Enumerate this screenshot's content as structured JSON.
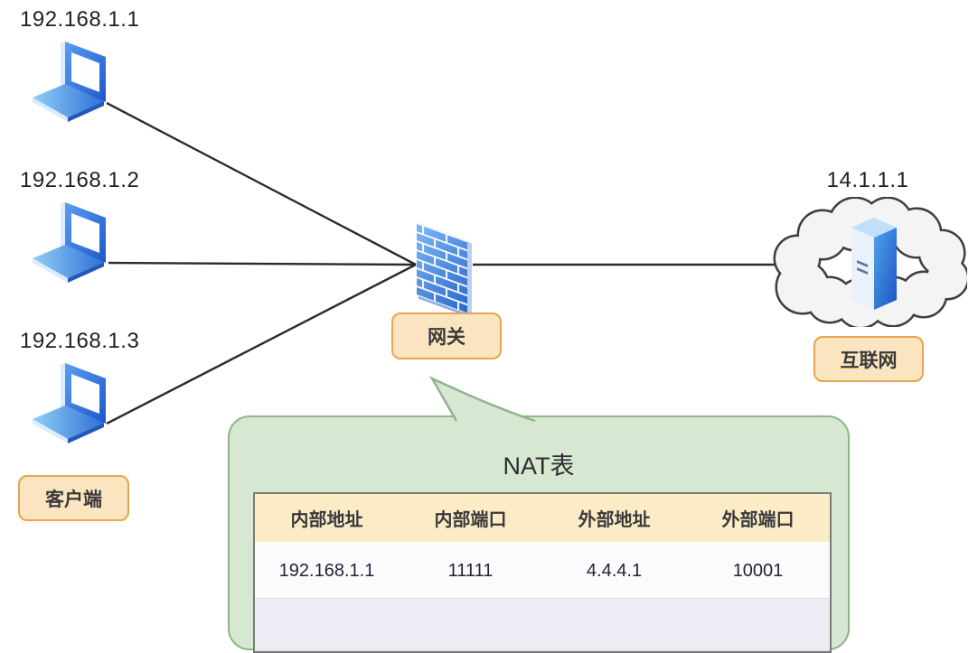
{
  "clients": [
    {
      "ip": "192.168.1.1"
    },
    {
      "ip": "192.168.1.2"
    },
    {
      "ip": "192.168.1.3"
    }
  ],
  "client_group_label": "客户端",
  "gateway": {
    "label": "网关"
  },
  "internet": {
    "ip": "14.1.1.1",
    "label": "互联网"
  },
  "nat_table": {
    "title": "NAT表",
    "headers": [
      "内部地址",
      "内部端口",
      "外部地址",
      "外部端口"
    ],
    "rows": [
      [
        "192.168.1.1",
        "11111",
        "4.4.4.1",
        "10001"
      ]
    ]
  },
  "colors": {
    "tag_fill": "#fbe4c0",
    "tag_border": "#e8a44e",
    "bubble_fill": "#d7e8d2",
    "bubble_border": "#8fb58a",
    "table_header_fill": "#fcecc6",
    "line": "#2b2b2b",
    "icon_blue_light": "#7db9f5",
    "icon_blue_dark": "#2a66cc"
  }
}
